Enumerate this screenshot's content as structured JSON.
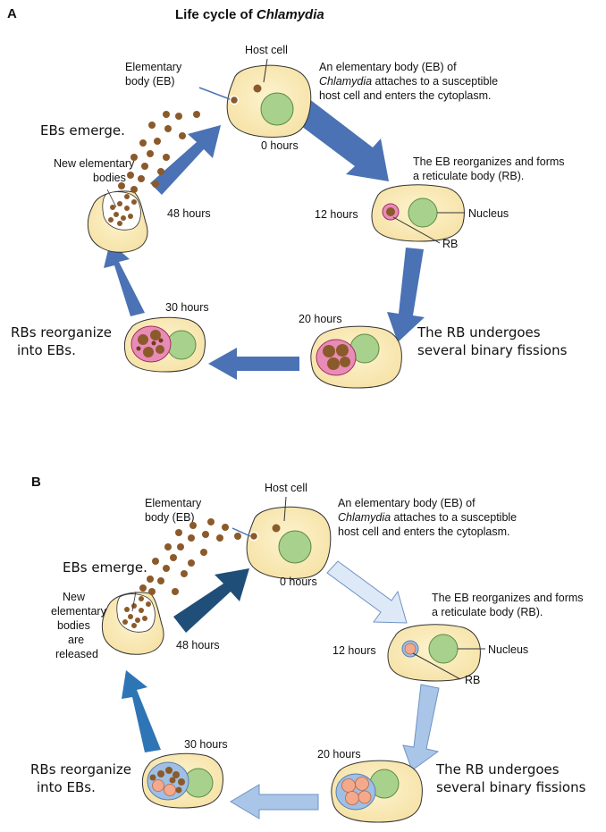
{
  "panel_a": {
    "letter": "A",
    "title_prefix": "Life cycle of ",
    "title_italic": "Chlamydia",
    "host_cell": "Host cell",
    "eb_label_1": "Elementary",
    "eb_label_2": "body (EB)",
    "desc_top_1": "An elementary body (EB) of",
    "desc_top_2_italic": "Chlamydia",
    "desc_top_2_rest": " attaches to a susceptible",
    "desc_top_3": "host cell and enters the cytoplasm.",
    "t0": "0 hours",
    "reorg_1": "The EB reorganizes and forms",
    "reorg_2": "a reticulate body (RB).",
    "t12": "12 hours",
    "nucleus": "Nucleus",
    "rb": "RB",
    "t20": "20 hours",
    "fission_1": "The RB undergoes",
    "fission_2": "several binary fissions",
    "t30": "30 hours",
    "rbs_1": "RBs reorganize",
    "rbs_2": "into EBs.",
    "t48": "48 hours",
    "new_eb_1": "New elementary",
    "new_eb_2": "bodies",
    "emerge": "EBs emerge."
  },
  "panel_b": {
    "letter": "B",
    "host_cell": "Host cell",
    "eb_label_1": "Elementary",
    "eb_label_2": "body (EB)",
    "desc_top_1": "An elementary body (EB) of",
    "desc_top_2_italic": "Chlamydia",
    "desc_top_2_rest": " attaches to a susceptible",
    "desc_top_3": "host cell and enters the cytoplasm.",
    "t0": "0 hours",
    "reorg_1": "The EB reorganizes and forms",
    "reorg_2": "a reticulate body (RB).",
    "t12": "12 hours",
    "nucleus": "Nucleus",
    "rb": "RB",
    "t20": "20 hours",
    "fission_1": "The RB undergoes",
    "fission_2": "several binary fissions",
    "t30": "30 hours",
    "rbs_1": "RBs reorganize",
    "rbs_2": "into EBs.",
    "t48": "48 hours",
    "emerge": "EBs emerge.",
    "new_eb_1": "New",
    "new_eb_2": "elementary",
    "new_eb_3": "bodies",
    "new_eb_4": "are",
    "new_eb_5": "released"
  },
  "colors": {
    "cell_fill": "#fbeec0",
    "nucleus_fill": "#a8d18d",
    "eb_brown": "#8b5a2b",
    "inclusion_pink": "#e98bb7",
    "inclusion_blue": "#9fbfe3",
    "rb_orange": "#f4a98a",
    "arrow_a": "#4a72b4"
  }
}
